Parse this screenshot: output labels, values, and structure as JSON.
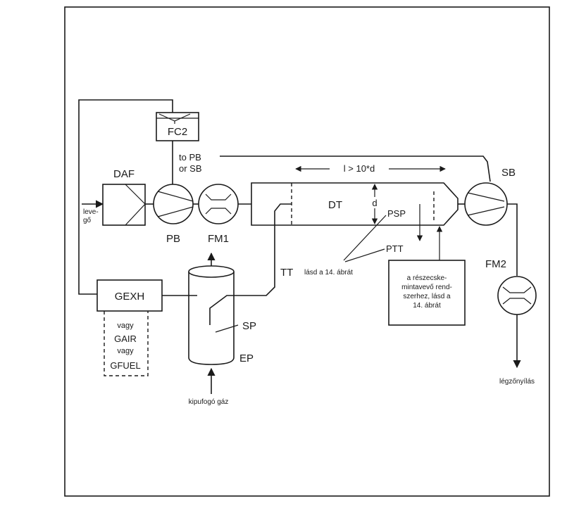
{
  "labels": {
    "fc2": "FC2",
    "to_pb": "to PB",
    "or_sb": "or SB",
    "daf": "DAF",
    "air_line1": "leve-",
    "air_line2": "gő",
    "pb": "PB",
    "fm1": "FM1",
    "l_dimension": "l > 10*d",
    "dt": "DT",
    "d": "d",
    "sb": "SB",
    "psp": "PSP",
    "ptt": "PTT",
    "see_fig14": "lásd a 14. ábrát",
    "tt": "TT",
    "fm2": "FM2",
    "gexh": "GEXH",
    "vagy_1": "vagy",
    "gair": "GAIR",
    "vagy_2": "vagy",
    "gfuel": "GFUEL",
    "sp": "SP",
    "ep": "EP",
    "exhaust_gas": "kipufogó gáz",
    "vent": "légzőnyílás"
  },
  "particle_box": {
    "lines": [
      "a részecske-",
      "mintavevő rend-",
      "szerhez, lásd a",
      "14. ábrát"
    ]
  }
}
